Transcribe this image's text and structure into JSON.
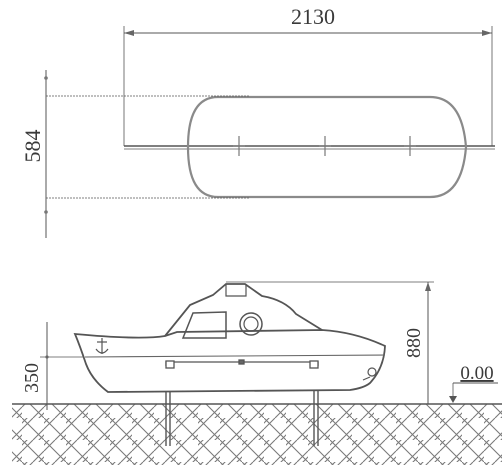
{
  "dimensions": {
    "top_width": "2130",
    "top_depth": "584",
    "side_total_height": "880",
    "side_deck_height": "350",
    "ground_level": "0.00"
  },
  "colors": {
    "line": "#555555",
    "dim_line": "#777777",
    "text": "#3a3a3a",
    "hatch": "#7a7a7a"
  }
}
